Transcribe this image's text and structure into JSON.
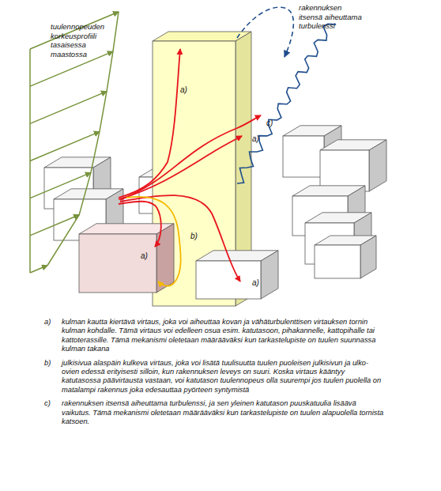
{
  "diagram": {
    "labels": [
      "tuulennopeuden korkeusprofiili tasaisessa maastossa",
      "rakennuksen itsensä aiheuttama turbulenssi",
      "a)",
      "a)",
      "c)",
      "a)",
      "b)",
      "a)",
      "a)",
      "kulman kautta kiertävä virtaus, joka voi aiheuttaa kovan ja vähäturbulenttisen virtauksen tornin kulman kohdalle. Tämä virtaus voi edelleen osua esim. katutasoon, pihakannelle, kattopihalle tai kattoterassille. Tämä mekanismi oletetaan määrääväksi kun tarkastelupiste on tuulen suunnassa kulman takana",
      "b)",
      "julkisivua alaspäin kulkeva virtaus, joka voi lisätä tuulisuutta tuulen puoleisen julkisivun ja ulko-ovien edessä erityisesti silloin, kun rakennuksen leveys on suuri. Koska virtaus kääntyy katutasossa päävirtausta vastaan, voi katutason tuulennopeus olla suurempi jos tuulen puolella on matalampi rakennus joka edesauttaa pyörteen syntymistä",
      "c)",
      "rakennuksen itsensä aiheuttama turbulenssi, ja sen yleinen katutason puuskatuulia lisäävä vaikutus. Tämä mekanismi oletetaan määrääväksi kun tarkastelupiste on tuulen alapuolella tornista katsoen."
    ]
  }
}
